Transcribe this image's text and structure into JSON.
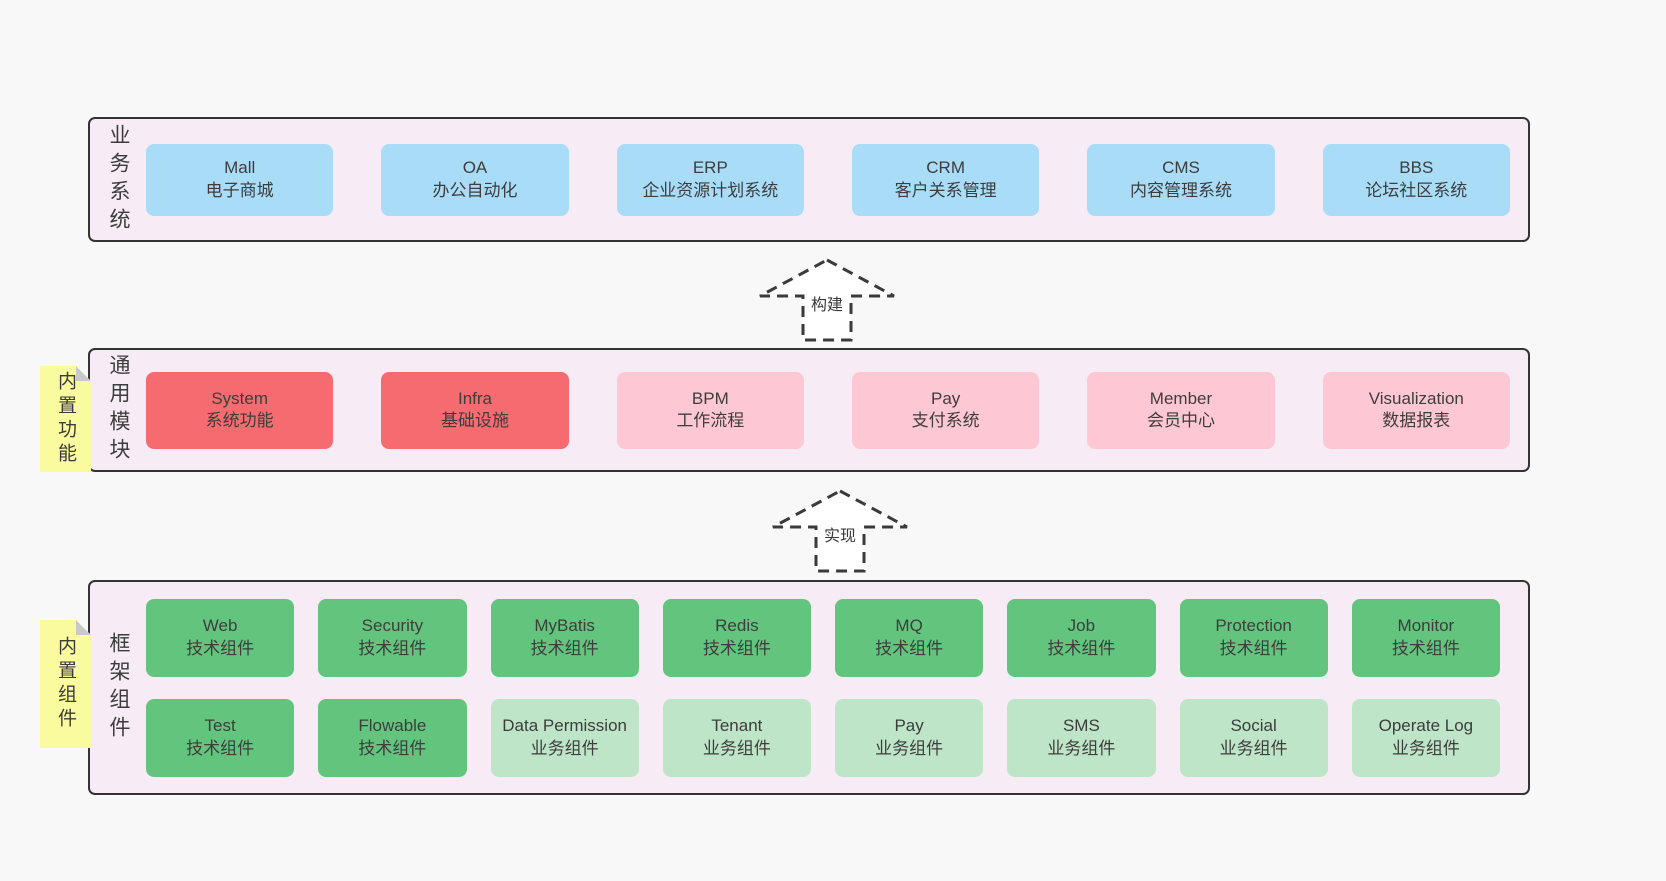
{
  "colors": {
    "page_bg": "#f8f8f8",
    "band_bg": "#f7ecf5",
    "band_border": "#333333",
    "box_blue": "#a9dcf7",
    "box_red": "#f56b6f",
    "box_pink": "#fdc8d3",
    "box_green": "#63c57d",
    "box_lightgreen": "#bee5c8",
    "note_yellow": "#fafa9e",
    "note_fold_gray": "#c9c9c9",
    "text": "#3c3c3c"
  },
  "bands": [
    {
      "label": "业务系统",
      "boxes": [
        {
          "name": "Mall",
          "desc": "电子商城"
        },
        {
          "name": "OA",
          "desc": "办公自动化"
        },
        {
          "name": "ERP",
          "desc": "企业资源计划系统"
        },
        {
          "name": "CRM",
          "desc": "客户关系管理"
        },
        {
          "name": "CMS",
          "desc": "内容管理系统"
        },
        {
          "name": "BBS",
          "desc": "论坛社区系统"
        }
      ]
    },
    {
      "label": "通用模块",
      "note": "内置功能",
      "boxes": [
        {
          "name": "System",
          "desc": "系统功能"
        },
        {
          "name": "Infra",
          "desc": "基础设施"
        },
        {
          "name": "BPM",
          "desc": "工作流程"
        },
        {
          "name": "Pay",
          "desc": "支付系统"
        },
        {
          "name": "Member",
          "desc": "会员中心"
        },
        {
          "name": "Visualization",
          "desc": "数据报表"
        }
      ]
    },
    {
      "label": "框架组件",
      "note": "内置组件",
      "rows": [
        [
          {
            "name": "Web",
            "desc": "技术组件"
          },
          {
            "name": "Security",
            "desc": "技术组件"
          },
          {
            "name": "MyBatis",
            "desc": "技术组件"
          },
          {
            "name": "Redis",
            "desc": "技术组件"
          },
          {
            "name": "MQ",
            "desc": "技术组件"
          },
          {
            "name": "Job",
            "desc": "技术组件"
          },
          {
            "name": "Protection",
            "desc": "技术组件"
          },
          {
            "name": "Monitor",
            "desc": "技术组件"
          }
        ],
        [
          {
            "name": "Test",
            "desc": "技术组件"
          },
          {
            "name": "Flowable",
            "desc": "技术组件"
          },
          {
            "name": "Data Permission",
            "desc": "业务组件"
          },
          {
            "name": "Tenant",
            "desc": "业务组件"
          },
          {
            "name": "Pay",
            "desc": "业务组件"
          },
          {
            "name": "SMS",
            "desc": "业务组件"
          },
          {
            "name": "Social",
            "desc": "业务组件"
          },
          {
            "name": "Operate Log",
            "desc": "业务组件"
          }
        ]
      ]
    }
  ],
  "arrows": [
    {
      "label": "构建"
    },
    {
      "label": "实现"
    }
  ]
}
